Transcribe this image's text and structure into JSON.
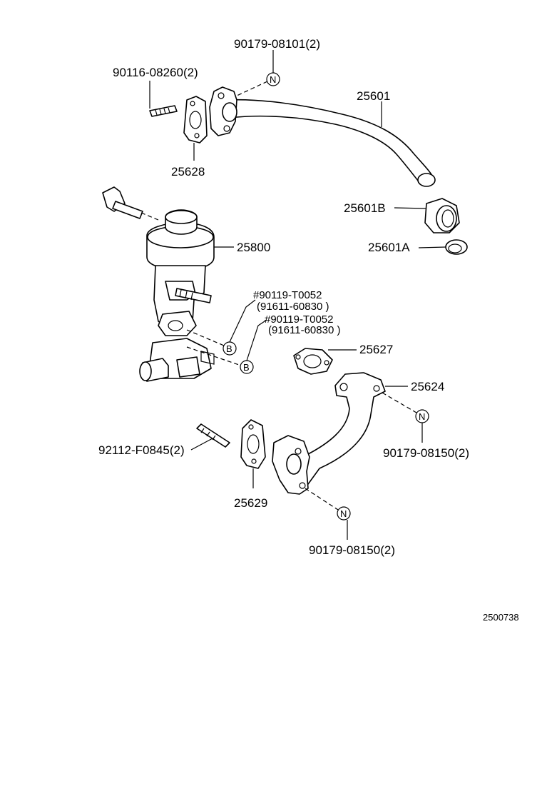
{
  "labels": {
    "pipe_bolt_top": "90179-08101(2)",
    "stud_top": "90116-08260(2)",
    "pipe_top": "25601",
    "gasket_top": "25628",
    "union_nut": "25601B",
    "union_ring": "25601A",
    "egr_valve": "25800",
    "bolt_b1_line1": "#90119-T0052",
    "bolt_b1_line2": "(91611-60830 )",
    "bolt_b2_line1": "#90119-T0052",
    "bolt_b2_line2": "(91611-60830 )",
    "gasket_mid": "25627",
    "pipe_lower": "25624",
    "nut_right": "90179-08150(2)",
    "stud_lower": "92112-F0845(2)",
    "gasket_lower": "25629",
    "nut_bottom": "90179-08150(2)",
    "figure_id": "2500738"
  },
  "callouts": {
    "n": "N",
    "b": "B"
  }
}
